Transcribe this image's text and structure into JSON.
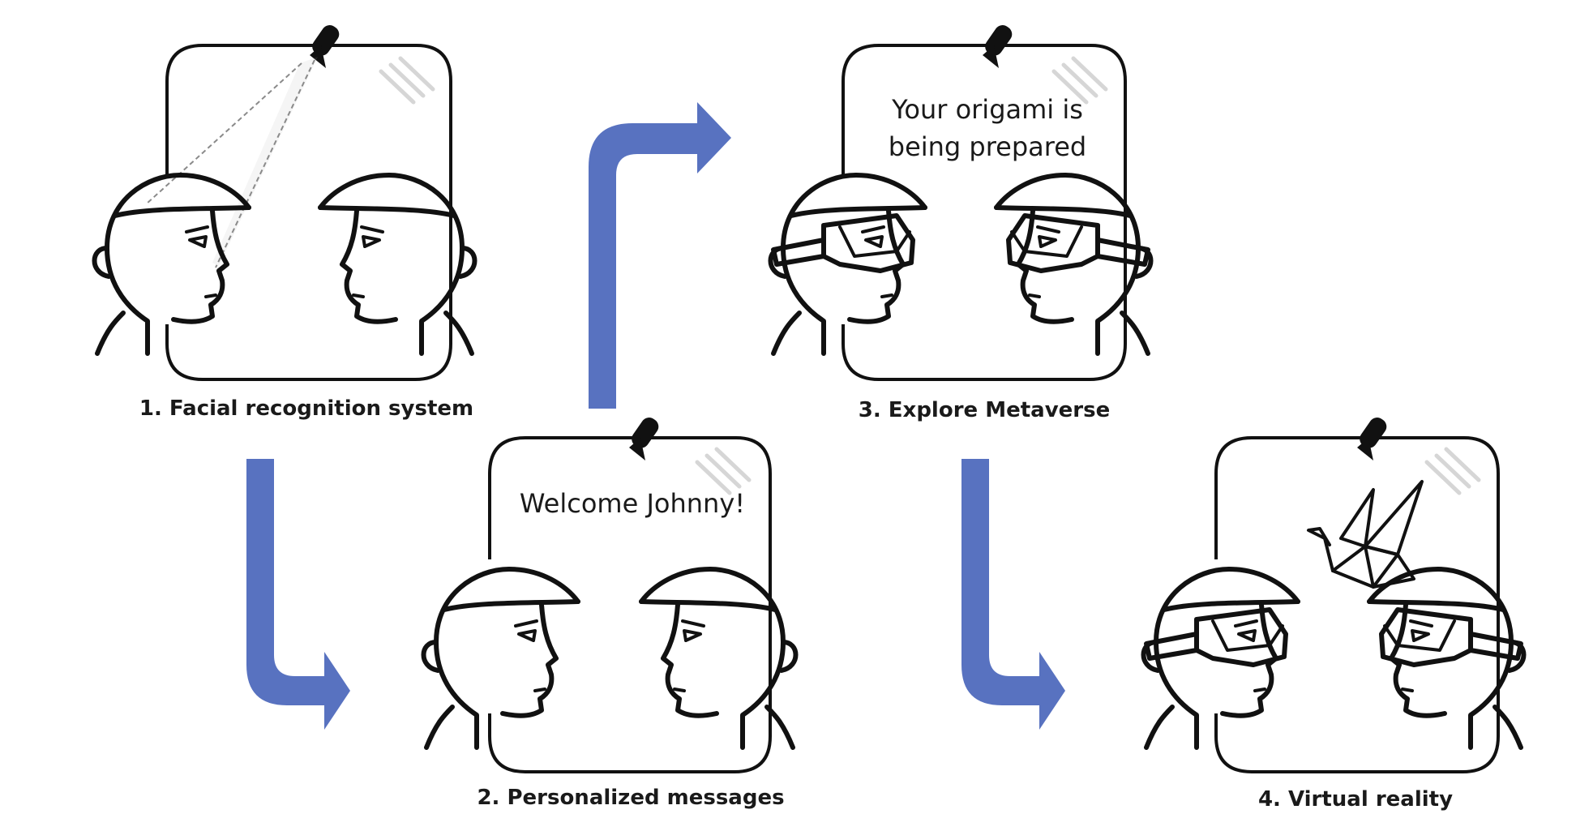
{
  "steps": [
    {
      "caption": "1. Facial recognition system",
      "screen_lines": []
    },
    {
      "caption": "2. Personalized messages",
      "screen_lines": [
        "Welcome Johnny!"
      ]
    },
    {
      "caption": "3. Explore Metaverse",
      "screen_lines": [
        "Your origami is",
        "being prepared"
      ]
    },
    {
      "caption": "4. Virtual reality",
      "screen_lines": []
    }
  ],
  "colors": {
    "arrow": "#5872c0",
    "ink": "#111111"
  },
  "icons": {
    "camera": "security-camera-icon",
    "head": "person-head-icon",
    "vr_headset": "vr-headset-icon",
    "origami": "origami-crane-icon"
  }
}
